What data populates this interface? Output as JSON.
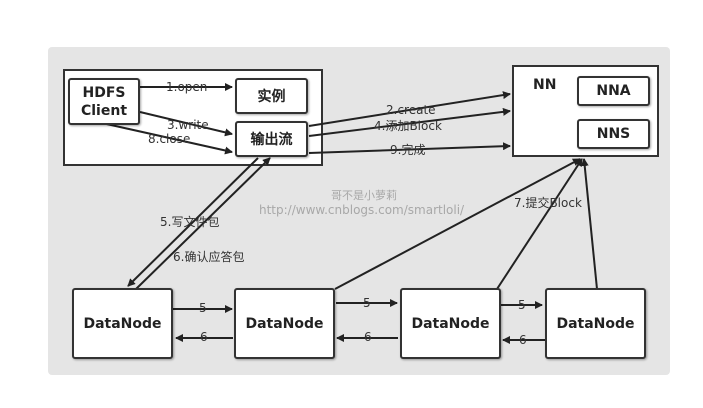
{
  "nodes": {
    "hdfs_client": "HDFS\nClient",
    "instance": "实例",
    "output_stream": "输出流",
    "nn": "NN",
    "nna": "NNA",
    "nns": "NNS",
    "datanode_1": "DataNode",
    "datanode_2": "DataNode",
    "datanode_3": "DataNode",
    "datanode_4": "DataNode"
  },
  "edges": {
    "open": "1.open",
    "create": "2.create",
    "write": "3.write",
    "add_block": "4.添加Block",
    "write_packet": "5.写文件包",
    "ack_packet": "6.确认应答包",
    "submit_block": "7.提交Block",
    "close": "8.close",
    "complete": "9.完成",
    "pipe_forward_1": "5",
    "pipe_forward_2": "5",
    "pipe_forward_3": "5",
    "pipe_ack_1": "6",
    "pipe_ack_2": "6",
    "pipe_ack_3": "6"
  },
  "watermark": {
    "author": "哥不是小萝莉",
    "url": "http://www.cnblogs.com/smartloli/"
  }
}
